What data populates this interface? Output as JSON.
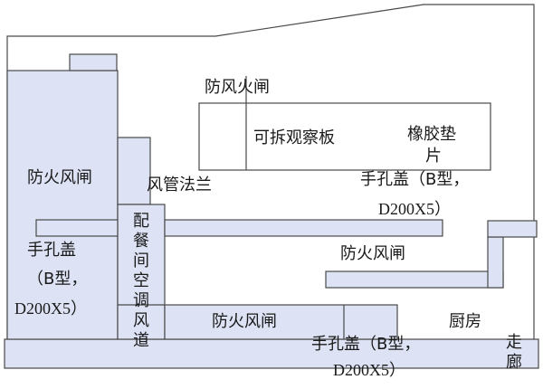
{
  "colors": {
    "fill": "#dde2f4",
    "stroke": "#4a4a4a",
    "text": "#1a1a1a",
    "background": "#ffffff"
  },
  "labels": {
    "fire_damper_1": "防风火闸",
    "removable_panel": "可拆观察板",
    "rubber_gasket_1": "橡胶垫",
    "rubber_gasket_2": "片",
    "fire_damper_left": "防火风闸",
    "duct_flange": "风管法兰",
    "hand_cover_right_1": "手孔盖（B型，",
    "hand_cover_right_2": "D200X5）",
    "catering_duct": "配餐间空调风道",
    "fire_damper_right": "防火风闸",
    "hand_cover_left_1": "手孔盖",
    "hand_cover_left_2": "（B型，",
    "hand_cover_left_3": "D200X5）",
    "fire_damper_bottom": "防火风闸",
    "kitchen": "厨房",
    "hand_cover_bottom_1": "手孔盖（B型，",
    "hand_cover_bottom_2": "D200X5）",
    "corridor": "走廊"
  }
}
